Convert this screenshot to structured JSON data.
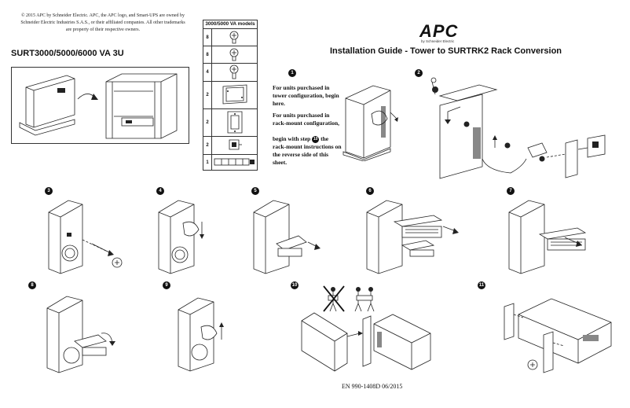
{
  "copyright": "© 2015 APC by Schneider Electric. APC, the APC logo, and Smart-UPS are owned by Schneider Electric Industries S.A.S., or their affiliated companies. All other trademarks are property of their respective owners.",
  "model": "SURT3000/5000/6000 VA 3U",
  "brand": {
    "logo": "APC",
    "sub": "by Schneider Electric"
  },
  "title": "Installation Guide - Tower to SURTRK2 Rack Conversion",
  "parts": {
    "header": "3000/5000 VA models",
    "items": [
      {
        "qty": "8",
        "icon": "screw-icon"
      },
      {
        "qty": "8",
        "icon": "screw-icon"
      },
      {
        "qty": "4",
        "icon": "screw-icon"
      },
      {
        "qty": "2",
        "icon": "mounting-bracket-icon"
      },
      {
        "qty": "2",
        "icon": "handle-bracket-icon"
      },
      {
        "qty": "2",
        "icon": "clip-icon"
      },
      {
        "qty": "1",
        "icon": "rail-kit-icon"
      }
    ]
  },
  "instructions": {
    "tower": "For units purchased in tower configuration, begin here.",
    "rack_line1": "For units purchased in rack-mount configuration,",
    "rack_begin": "begin with step",
    "rack_step": "10",
    "rack_rest": "the rack-mount instructions on the reverse side of this sheet."
  },
  "steps": [
    "1",
    "2",
    "3",
    "4",
    "5",
    "6",
    "7",
    "8",
    "9",
    "10",
    "11"
  ],
  "footer": "EN 990-1408D   06/2015"
}
